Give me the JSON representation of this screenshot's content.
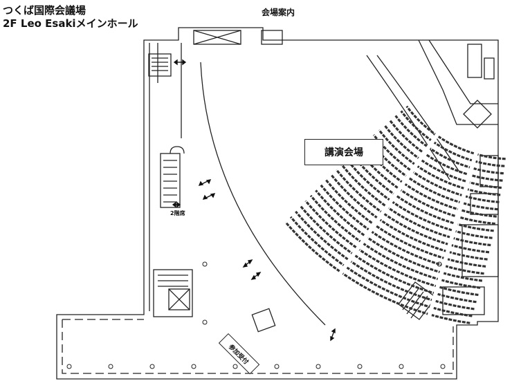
{
  "venue_title": "つくば国際会議場",
  "hall_title": "2F Leo Esakiメインホール",
  "guide_header": "会場案内",
  "lecture_hall_label": "講演会場",
  "second_floor_seats_label": "2階席",
  "reception_label": "参加受付",
  "colors": {
    "line": "#222222",
    "background": "#ffffff",
    "seat_fill": "#f4f4f4"
  },
  "icons": [
    "double-arrow-icon",
    "stairs-icon",
    "restroom-icon"
  ]
}
